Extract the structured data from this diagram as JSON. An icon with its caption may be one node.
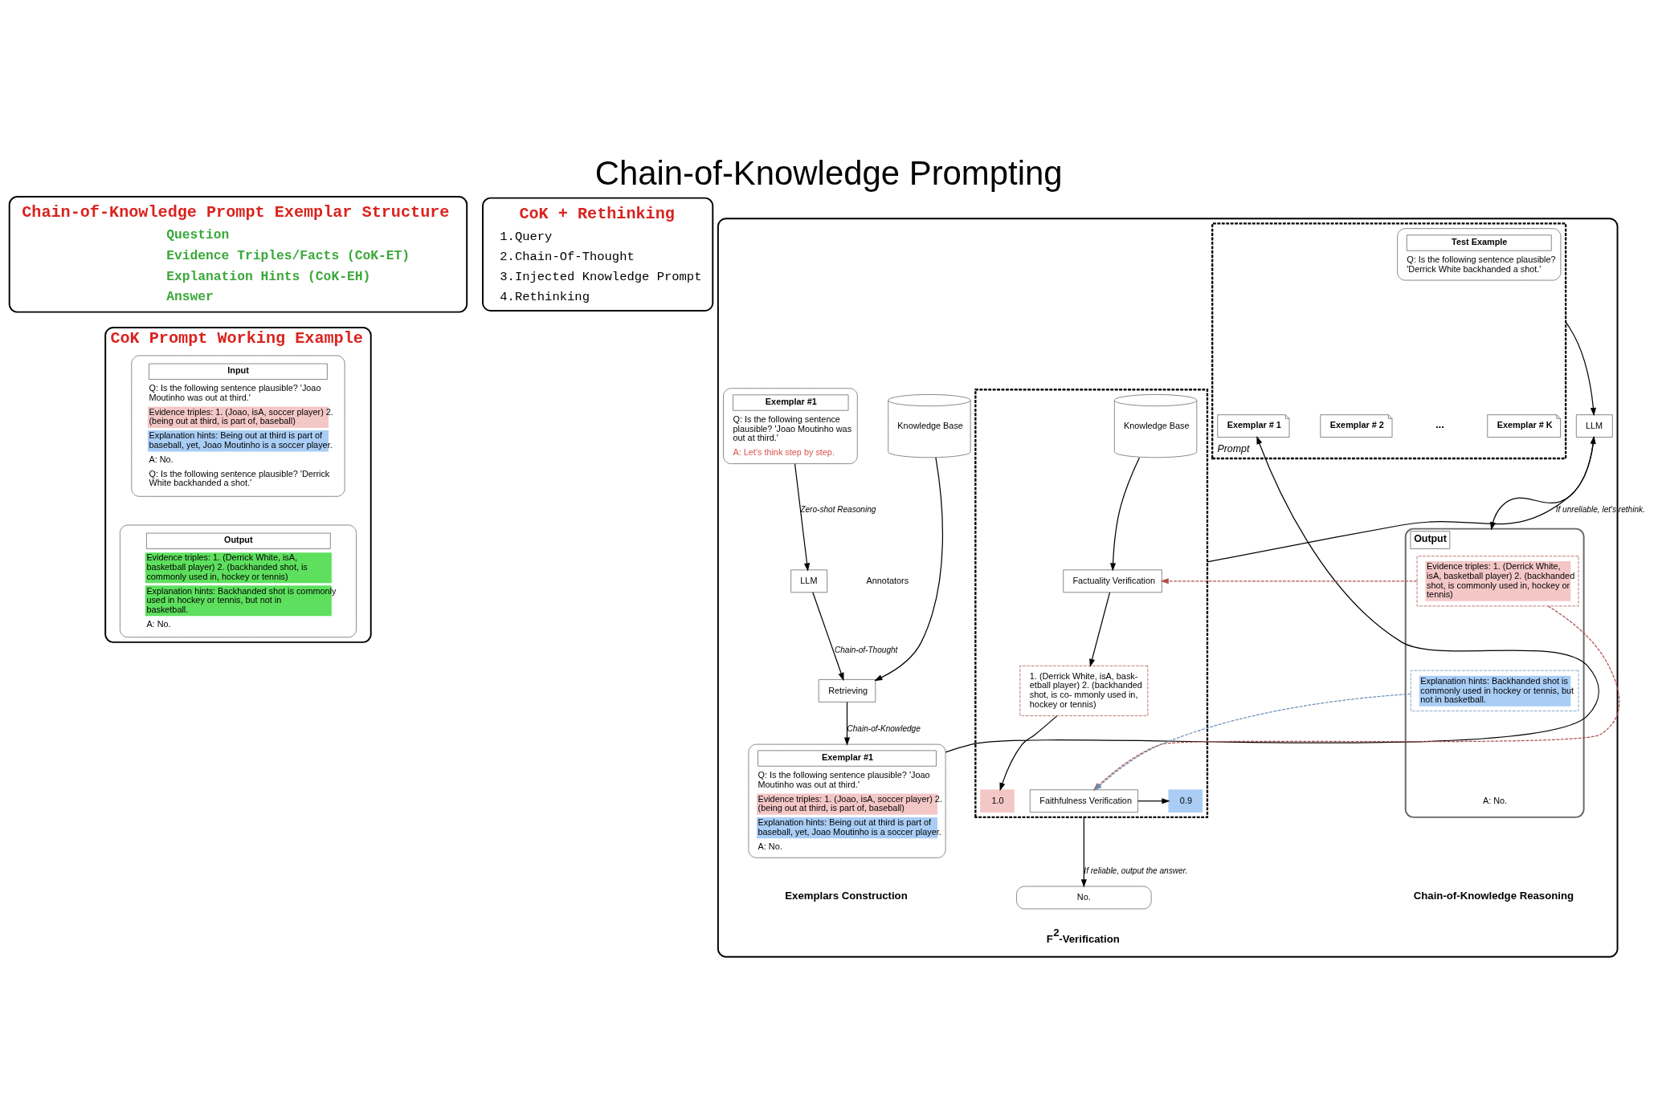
{
  "diagram": {
    "title": "Chain-of-Knowledge Prompting",
    "nodes": [
      {
        "text": [
          "Chain-of-Knowledge Prompt Exemplar Structure",
          "Question",
          "Evidence Triples/Facts (CoK-ET)",
          "Explanation Hints (CoK-EH)",
          "Answer"
        ]
      },
      {
        "text": [
          "CoK + Rethinking",
          "1.Query",
          "2.Chain-Of-Thought",
          "3.Injected Knowledge Prompt",
          "4.Rethinking"
        ]
      },
      {
        "text": [
          "CoK Prompt Working Example"
        ]
      },
      {
        "text": [
          "Input",
          "Q: Is the following sentence plausible? 'Joao Moutinho was out at third.'",
          "Evidence triples: 1. (Joao, isA, soccer player) 2. (being out at third, is part of, baseball)",
          "Explanation hints: Being out at third is part of baseball, yet, Joao Moutinho is a soccer player.",
          "A: No.",
          "Q: Is the following sentence plausible? 'Derrick White backhanded a shot.'"
        ],
        "in": 2
      },
      {
        "text": [
          "Output",
          "Evidence triples: 1. (Derrick White, isA, basketball player) 2. (backhanded shot, is commonly used in, hockey or tennis)",
          "Explanation hints: Backhanded shot is commonly used in hockey or tennis, but not in basketball.",
          "A: No."
        ],
        "in": 2
      },
      {
        "text": [],
        "shape": "box"
      },
      {
        "text": [
          "Exemplar #1",
          "Q: Is the following sentence plausible? 'Joao Moutinho was out at third.'",
          "A: Let's think step by step."
        ],
        "in": 5
      },
      {
        "text": [
          "LLM"
        ],
        "in": 5
      },
      {
        "text": [
          "Retrieving"
        ],
        "in": 5
      },
      {
        "text": [
          "Knowledge Base"
        ],
        "in": 5
      },
      {
        "text": [
          "Exemplar #1",
          "Q: Is the following sentence plausible? 'Joao Moutinho was out at third.'",
          "Evidence triples: 1. (Joao, isA, soccer player) 2. (being out at third, is part of, baseball)",
          "Explanation hints: Being out at third is part of baseball, yet, Joao Moutinho is a soccer player.",
          "A: No."
        ],
        "in": 5
      },
      {
        "text": [
          "Prompt"
        ],
        "in": 5
      },
      {
        "text": [
          "Exemplar # 1"
        ],
        "in": 11
      },
      {
        "text": [
          "Exemplar # 2"
        ],
        "in": 11
      },
      {
        "text": [
          "Exemplar # K"
        ],
        "in": 11
      },
      {
        "text": [
          "Test Example",
          "Q: Is the following sentence plausible? 'Derrick White backhanded a shot.'"
        ],
        "in": 11
      },
      {
        "text": [
          "LLM"
        ],
        "in": 5
      },
      {
        "text": [
          "Output",
          "A: No."
        ],
        "in": 5
      },
      {
        "text": [
          "Evidence triples: 1. (Derrick White, isA, basketball player) 2. (backhanded shot, is commonly used in, hockey or tennis)"
        ],
        "in": 17
      },
      {
        "text": [
          "Explanation hints: Backhanded shot is commonly used in hockey or tennis, but not in basketball."
        ],
        "in": 17
      },
      {
        "text": [],
        "shape": "box",
        "in": 5
      },
      {
        "text": [
          "Knowledge Base"
        ],
        "in": 20
      },
      {
        "text": [
          "Factuality Verification"
        ],
        "in": 20
      },
      {
        "text": [
          "1. (Derrick White, isA, bask- etball player) 2. (backhanded shot, is co- mmonly used in, hockey or tennis)"
        ],
        "in": 20
      },
      {
        "text": [
          "1.0"
        ],
        "in": 20
      },
      {
        "text": [
          "Faithfulness Verification"
        ],
        "in": 20
      },
      {
        "text": [
          "0.9"
        ],
        "in": 20
      },
      {
        "text": [
          "No."
        ],
        "in": 5
      }
    ],
    "edges": [
      {
        "from": 6,
        "to": 7,
        "arrow": "to",
        "label": "Zero-shot Reasoning"
      },
      {
        "from": 7,
        "to": 8,
        "arrow": "to",
        "label": "Chain-of-Thought"
      },
      {
        "from": 9,
        "to": 8,
        "arrow": "to"
      },
      {
        "from": 8,
        "to": 10,
        "arrow": "to",
        "label": "Chain-of-Knowledge"
      },
      {
        "from": 10,
        "to": 12,
        "arrow": "to"
      },
      {
        "from": 11,
        "to": 16,
        "arrow": "to"
      },
      {
        "from": 16,
        "to": 17,
        "arrow": "to"
      },
      {
        "from": 20,
        "to": 16,
        "arrow": "to",
        "label": "If unreliable, let's rethink."
      },
      {
        "from": 21,
        "to": 22,
        "arrow": "to"
      },
      {
        "from": 22,
        "to": 23,
        "arrow": "to"
      },
      {
        "from": 23,
        "to": 24,
        "arrow": "to"
      },
      {
        "from": 25,
        "to": 26,
        "arrow": "to"
      },
      {
        "from": 18,
        "to": 22,
        "arrow": "to",
        "style": "dashed",
        "color": "#b05050"
      },
      {
        "from": 18,
        "to": 25,
        "arrow": "to",
        "style": "dashed",
        "color": "#b05050"
      },
      {
        "from": 19,
        "to": 25,
        "arrow": "to",
        "style": "dashed",
        "color": "#6a8fb5"
      },
      {
        "from": 20,
        "to": 27,
        "arrow": "to",
        "label": "If reliable, output the answer."
      }
    ],
    "labels": [
      "...",
      "Annotators",
      "Exemplars Construction",
      "Chain-of-Knowledge Reasoning",
      "F$^{2}$-Verification"
    ]
  }
}
